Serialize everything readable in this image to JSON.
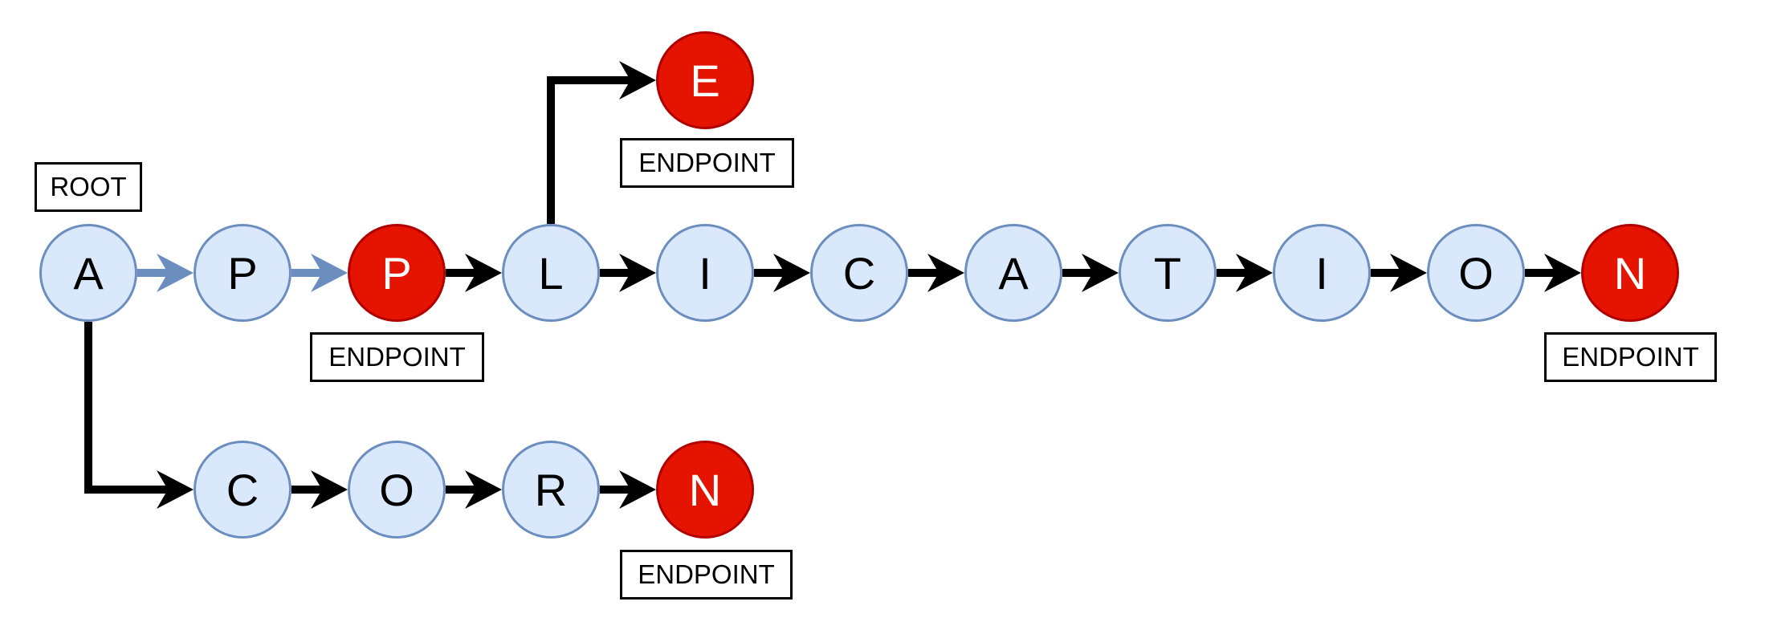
{
  "title": "Trie diagram",
  "colors": {
    "node_fill": "#dae8fc",
    "node_stroke": "#6c8ebf",
    "endpoint_fill": "#e51400",
    "endpoint_stroke": "#b20000",
    "edge_black": "#000000",
    "edge_blue": "#6c8ebf"
  },
  "labels": {
    "root": "ROOT",
    "endpoint": "ENDPOINT"
  },
  "nodes": [
    {
      "id": "n0",
      "char": "A",
      "endpoint": false,
      "root": true
    },
    {
      "id": "n1",
      "char": "P",
      "endpoint": false
    },
    {
      "id": "n2",
      "char": "P",
      "endpoint": true
    },
    {
      "id": "n3",
      "char": "L",
      "endpoint": false
    },
    {
      "id": "n4",
      "char": "I",
      "endpoint": false
    },
    {
      "id": "n5",
      "char": "C",
      "endpoint": false
    },
    {
      "id": "n6",
      "char": "A",
      "endpoint": false
    },
    {
      "id": "n7",
      "char": "T",
      "endpoint": false
    },
    {
      "id": "n8",
      "char": "I",
      "endpoint": false
    },
    {
      "id": "n9",
      "char": "O",
      "endpoint": false
    },
    {
      "id": "n10",
      "char": "N",
      "endpoint": true
    },
    {
      "id": "e1",
      "char": "E",
      "endpoint": true
    },
    {
      "id": "c1",
      "char": "C",
      "endpoint": false
    },
    {
      "id": "c2",
      "char": "O",
      "endpoint": false
    },
    {
      "id": "c3",
      "char": "R",
      "endpoint": false
    },
    {
      "id": "c4",
      "char": "N",
      "endpoint": true
    }
  ],
  "words": [
    "APP",
    "APPLE",
    "APPLICATION",
    "ACORN"
  ],
  "edges": [
    {
      "from": "n0",
      "to": "n1",
      "style": "blue"
    },
    {
      "from": "n1",
      "to": "n2",
      "style": "blue"
    },
    {
      "from": "n2",
      "to": "n3",
      "style": "black"
    },
    {
      "from": "n3",
      "to": "n4",
      "style": "black"
    },
    {
      "from": "n4",
      "to": "n5",
      "style": "black"
    },
    {
      "from": "n5",
      "to": "n6",
      "style": "black"
    },
    {
      "from": "n6",
      "to": "n7",
      "style": "black"
    },
    {
      "from": "n7",
      "to": "n8",
      "style": "black"
    },
    {
      "from": "n8",
      "to": "n9",
      "style": "black"
    },
    {
      "from": "n9",
      "to": "n10",
      "style": "black"
    },
    {
      "from": "n3",
      "to": "e1",
      "style": "black",
      "routed": true
    },
    {
      "from": "n0",
      "to": "c1",
      "style": "black",
      "routed": true
    },
    {
      "from": "c1",
      "to": "c2",
      "style": "black"
    },
    {
      "from": "c2",
      "to": "c3",
      "style": "black"
    },
    {
      "from": "c3",
      "to": "c4",
      "style": "black"
    }
  ]
}
